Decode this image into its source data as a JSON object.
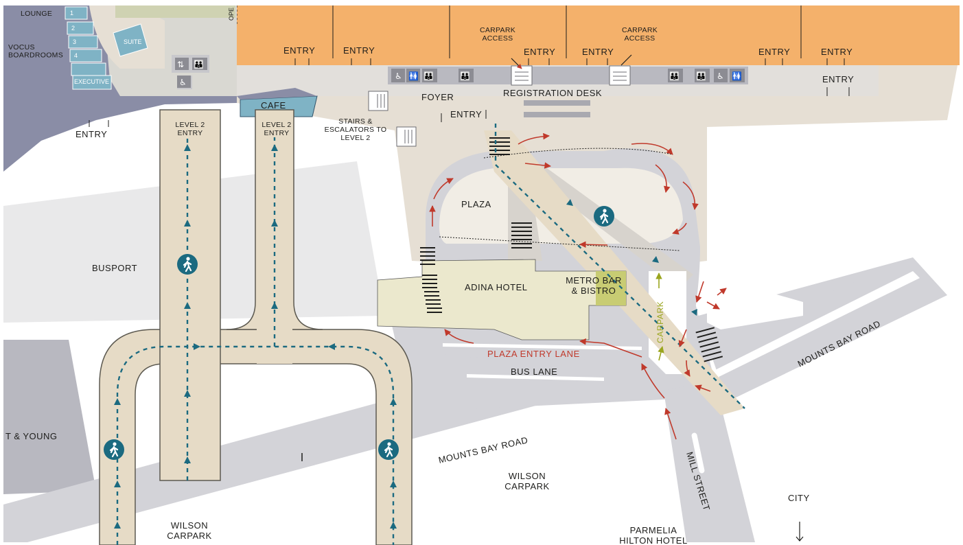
{
  "labels": {
    "vip_lounge": "LOUNGE",
    "vocus_boardrooms": "VOCUS\nBOARDROOMS",
    "room_1": "1",
    "room_2": "2",
    "room_3": "3",
    "room_4": "4",
    "executive": "EXECUTIVE",
    "suite": "SUITE",
    "cafe": "CAFE",
    "entry_left": "ENTRY",
    "level2_entry_1": "LEVEL 2\nENTRY",
    "level2_entry_2": "LEVEL 2\nENTRY",
    "stairs": "STAIRS &\nESCALATORS TO\nLEVEL 2",
    "foyer": "FOYER",
    "registration_desk": "REGISTRATION DESK",
    "entry_foyer": "ENTRY",
    "entry_top_1": "ENTRY",
    "entry_top_2": "ENTRY",
    "entry_top_3": "ENTRY",
    "entry_top_4": "ENTRY",
    "entry_top_5": "ENTRY",
    "entry_top_6": "ENTRY",
    "entry_right": "ENTRY",
    "carpark_access_1": "CARPARK\nACCESS",
    "carpark_access_2": "CARPARK\nACCESS",
    "plaza": "PLAZA",
    "adina_hotel": "ADINA HOTEL",
    "metro_bar": "METRO BAR\n& BISTRO",
    "busport": "BUSPORT",
    "plaza_entry_lane": "PLAZA ENTRY LANE",
    "bus_lane": "BUS LANE",
    "carpark_vertical": "CARPARK",
    "mounts_bay_road_1": "MOUNTS BAY ROAD",
    "mounts_bay_road_2": "MOUNTS BAY ROAD",
    "ernst_young": "T & YOUNG",
    "wilson_carpark_1": "WILSON\nCARPARK",
    "wilson_carpark_2": "WILSON\nCARPARK",
    "mill_street": "MILL STREET",
    "parmelia": "PARMELIA\nHILTON HOTEL",
    "city": "CITY",
    "open_edge": "OPE"
  },
  "colors": {
    "building_orange": "#f4b16b",
    "foyer_grey": "#e2dfdb",
    "room_purple": "#8a8da6",
    "room_teal": "#7fb3c5",
    "road_grey": "#d3d3d8",
    "walkway_tan": "#e6dbc6",
    "hotel_cream": "#ebe8cd",
    "metro_green": "#c8cc73",
    "pedestrian_teal": "#1b6a80",
    "car_red": "#c0392b",
    "carpark_green": "#9aa51e"
  },
  "icons": [
    "pedestrian-icon",
    "wheelchair-icon",
    "toilets-icon",
    "lift-icon",
    "stairs-icon",
    "direction-arrow-icon"
  ]
}
